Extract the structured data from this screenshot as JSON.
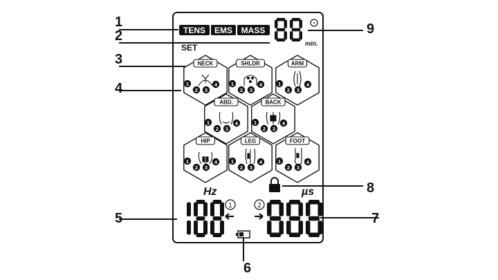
{
  "callouts": [
    "1",
    "2",
    "3",
    "4",
    "5",
    "6",
    "7",
    "8",
    "9"
  ],
  "modes": [
    "TENS",
    "EMS",
    "MASS"
  ],
  "set_label": "SET",
  "timer": {
    "digits": "88",
    "unit": "min."
  },
  "zones": [
    {
      "label": "NECK",
      "icon": "neck-icon"
    },
    {
      "label": "SHLDR",
      "icon": "shoulder-icon"
    },
    {
      "label": "ARM",
      "icon": "arm-icon"
    },
    {
      "label": "ABD.",
      "icon": "abdomen-icon"
    },
    {
      "label": "BACK",
      "icon": "back-icon"
    },
    {
      "label": "HIP",
      "icon": "hip-icon"
    },
    {
      "label": "LEG",
      "icon": "leg-icon"
    },
    {
      "label": "FOOT",
      "icon": "foot-icon"
    }
  ],
  "levels": [
    "1",
    "2",
    "3",
    "4"
  ],
  "frequency": {
    "unit": "Hz",
    "digits": "188",
    "channel": "1"
  },
  "pulse": {
    "unit": "µs",
    "digits": "888",
    "channel": "2"
  },
  "lock_icon": "lock-icon",
  "battery_icon": "battery-icon",
  "colors": {
    "ink": "#111111",
    "background": "#ffffff"
  }
}
